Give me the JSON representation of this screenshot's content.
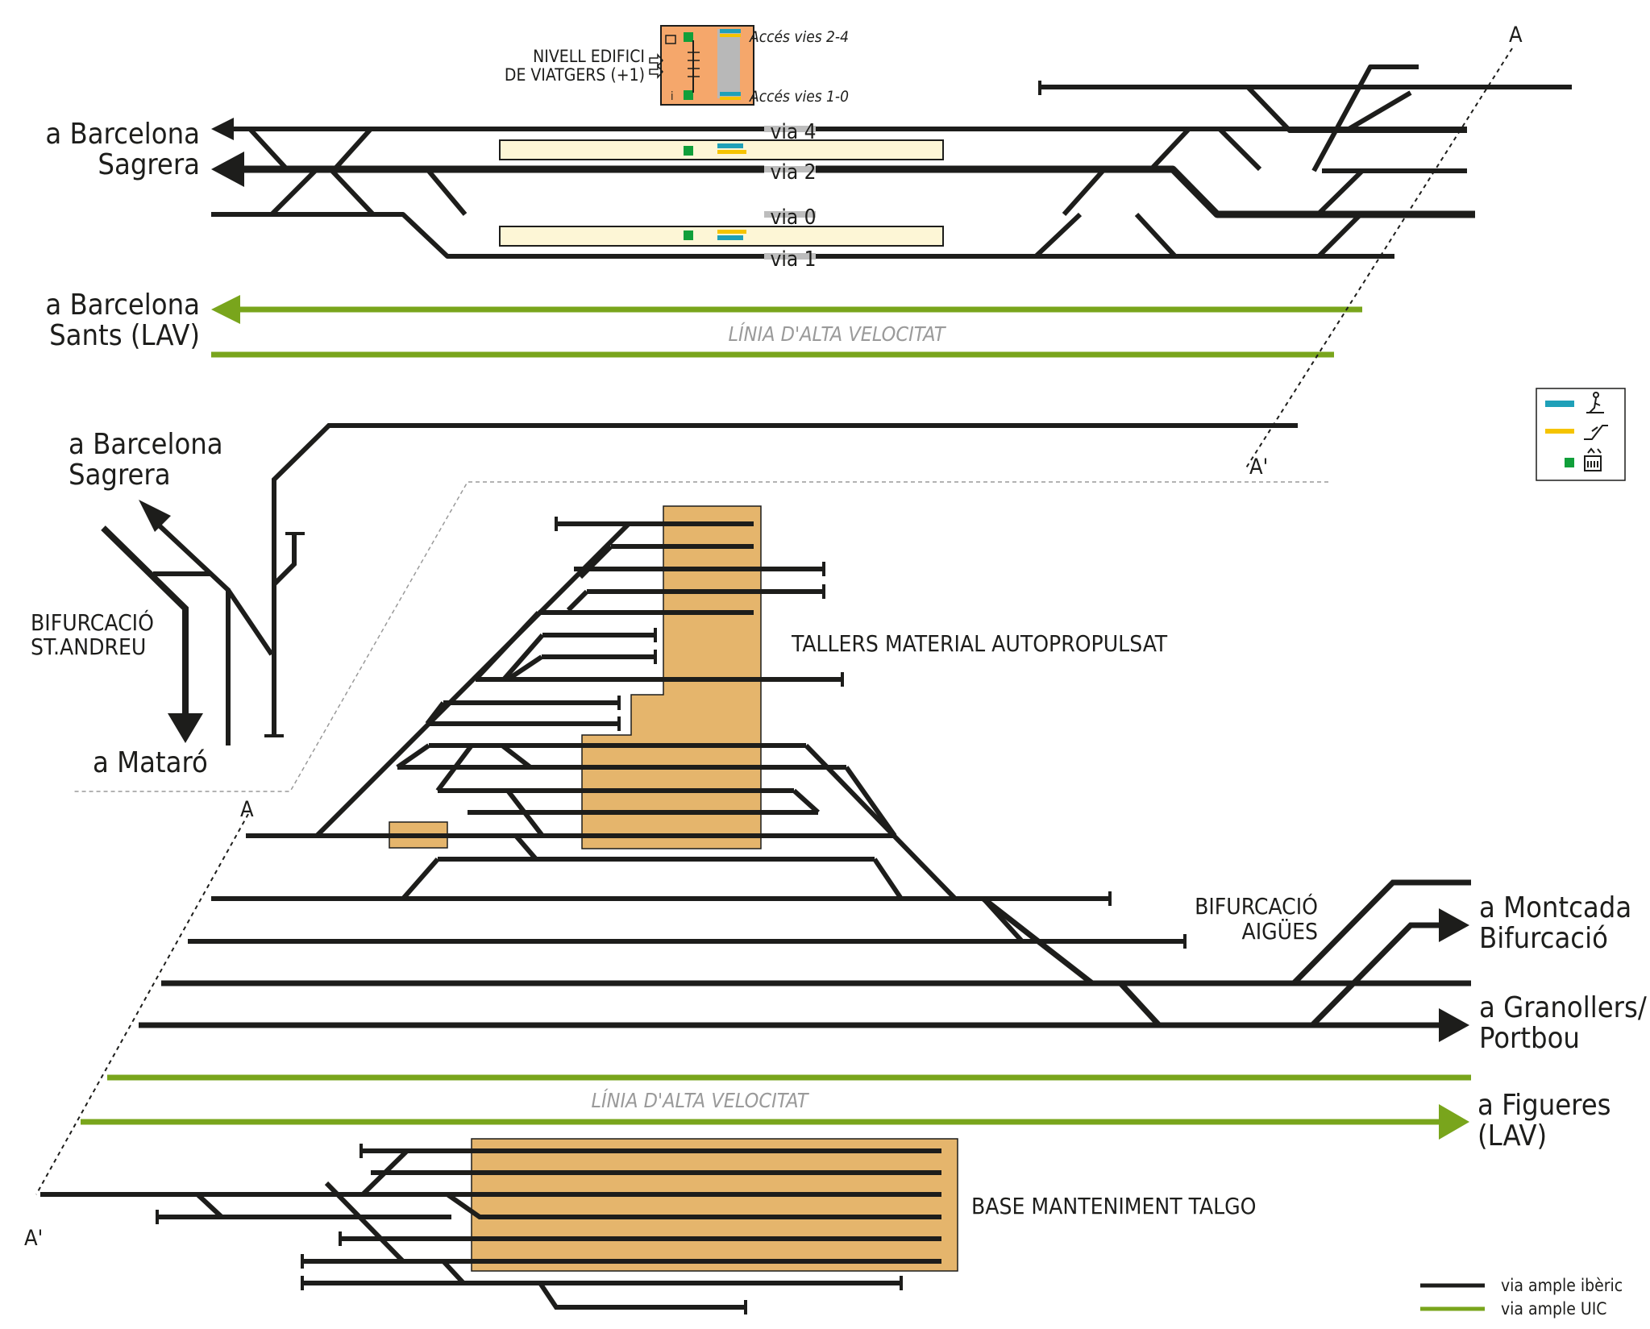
{
  "colors": {
    "iberian_track": "#1d1d1b",
    "uic_track": "#79a51c",
    "platform": "#fdf6d6",
    "workshop": "#e5b56c",
    "building": "#f5a76b",
    "stairs": "#1fa0b8",
    "escalator": "#f5c400",
    "elevator": "#109f3a"
  },
  "top_section": {
    "destinations": {
      "sagrera_line1": "a Barcelona",
      "sagrera_line2": "Sagrera",
      "sants_line1": "a Barcelona",
      "sants_line2": "Sants (LAV)"
    },
    "tracks": [
      "via 4",
      "via 2",
      "via 0",
      "via 1"
    ],
    "building": {
      "label_line1": "NIVELL EDIFICI",
      "label_line2": "DE VIATGERS (+1)",
      "access_top": "Accés vies 2-4",
      "access_bottom": "Accés vies 1-0",
      "info_mark": "i"
    },
    "high_speed_label": "LÍNIA D'ALTA VELOCITAT",
    "section_mark_top": "A",
    "section_mark_bottom": "A'"
  },
  "bottom_section": {
    "bifurcation_st_andreu_line1": "BIFURCACIÓ",
    "bifurcation_st_andreu_line2": "ST.ANDREU",
    "to_sagrera_line1": "a Barcelona",
    "to_sagrera_line2": "Sagrera",
    "to_mataro": "a Mataró",
    "workshop_label": "TALLERS MATERIAL AUTOPROPULSAT",
    "bifurcation_aigues_line1": "BIFURCACIÓ",
    "bifurcation_aigues_line2": "AIGÜES",
    "to_montcada_line1": "a Montcada",
    "to_montcada_line2": "Bifurcació",
    "to_granollers_line1": "a Granollers/",
    "to_granollers_line2": "Portbou",
    "high_speed_label": "LÍNIA D'ALTA VELOCITAT",
    "to_figueres_line1": "a Figueres",
    "to_figueres_line2": "(LAV)",
    "talgo_label": "BASE MANTENIMENT TALGO",
    "section_mark_top": "A",
    "section_mark_bottom": "A'"
  },
  "legend": {
    "symbols": [
      "stairs-icon",
      "escalator-icon",
      "elevator-icon"
    ],
    "iberian": "via ample ibèric",
    "uic": "via ample UIC"
  }
}
